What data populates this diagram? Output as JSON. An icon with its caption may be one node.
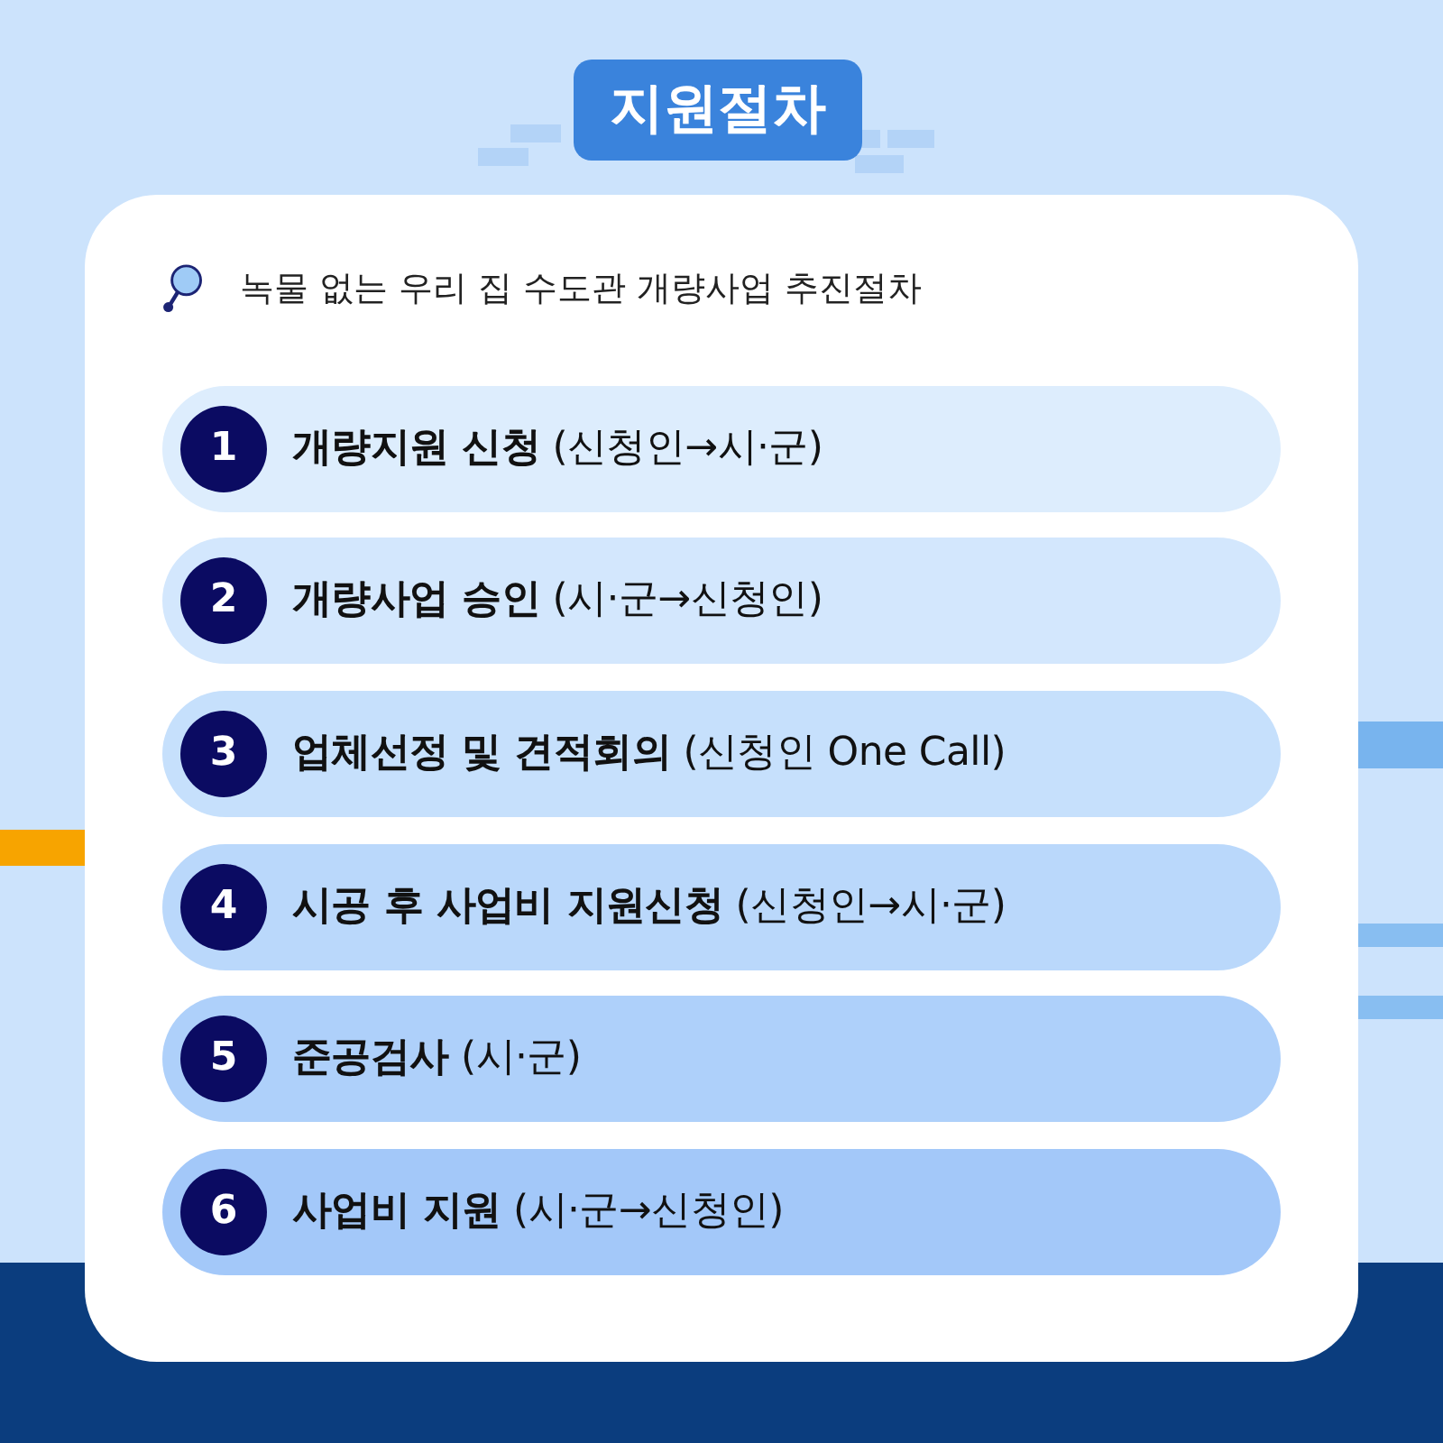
{
  "diagram": {
    "title": "지원절차",
    "nodes": [
      {
        "text": [
          "녹물 없는 우리 집 수도관 개량사업 추진절차"
        ]
      },
      {
        "text": [
          "**개량지원 신청** (신청인→시·군)"
        ],
        "in": 0
      },
      {
        "text": [
          "1"
        ],
        "in": 1
      },
      {
        "text": [
          "**개량사업 승인** (시·군→신청인)"
        ],
        "in": 0
      },
      {
        "text": [
          "2"
        ],
        "in": 3
      },
      {
        "text": [
          "**업체선정 및 견적회의** (신청인 One Call)"
        ],
        "in": 0
      },
      {
        "text": [
          "3"
        ],
        "in": 5
      },
      {
        "text": [
          "**시공 후 사업비 지원신청** (신청인→시·군)"
        ],
        "in": 0
      },
      {
        "text": [
          "4"
        ],
        "in": 7
      },
      {
        "text": [
          "**준공검사** (시·군)"
        ],
        "in": 0
      },
      {
        "text": [
          "5"
        ],
        "in": 9
      },
      {
        "text": [
          "**사업비 지원** (시·군→신청인)"
        ],
        "in": 0
      },
      {
        "text": [
          "6"
        ],
        "in": 11
      }
    ]
  }
}
